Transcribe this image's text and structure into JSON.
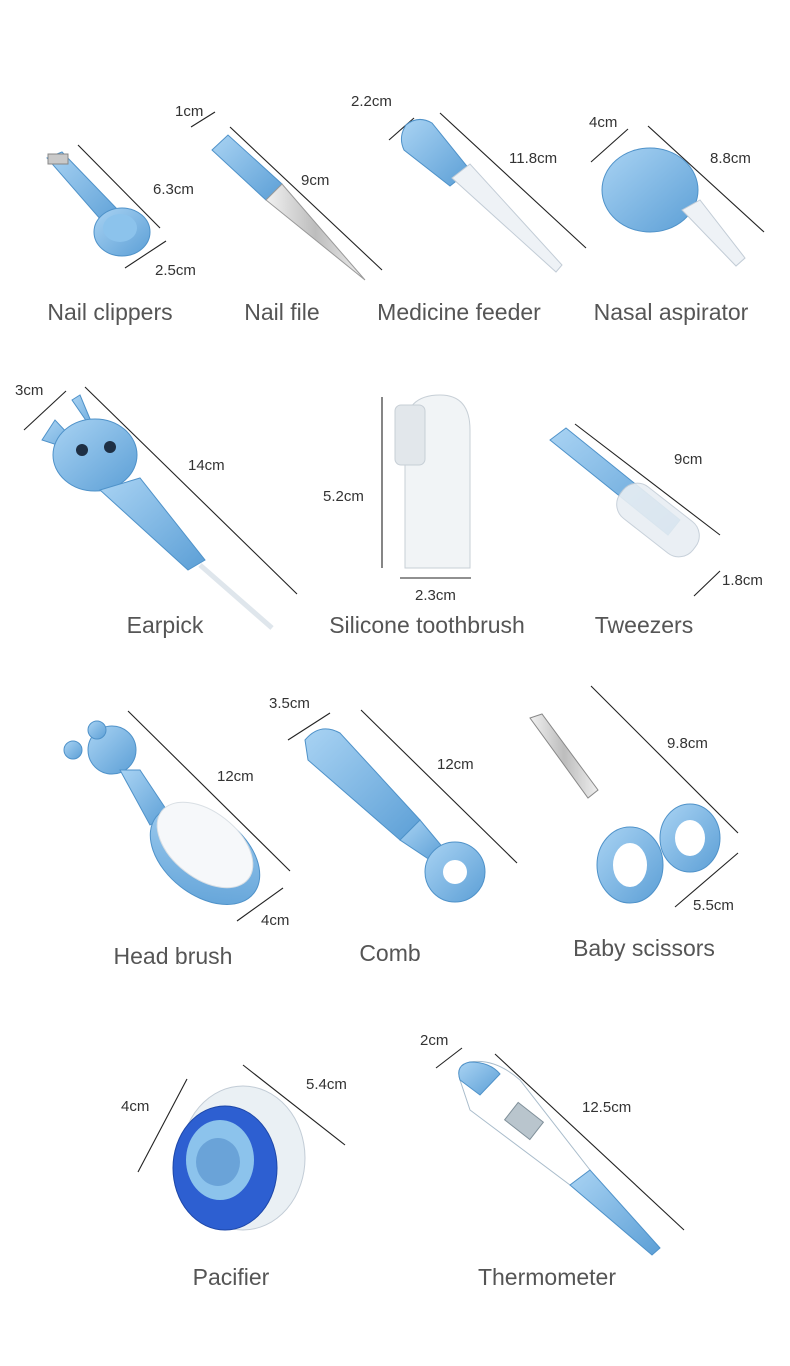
{
  "colors": {
    "accent": "#7fb9e6",
    "accent_dark": "#4f92c9",
    "line": "#222222",
    "label": "#555555"
  },
  "items": [
    {
      "name": "Nail clippers",
      "dims": [
        "6.3cm",
        "2.5cm"
      ],
      "icon": "nail-clippers-icon"
    },
    {
      "name": "Nail file",
      "dims": [
        "1cm",
        "9cm"
      ],
      "icon": "nail-file-icon"
    },
    {
      "name": "Medicine feeder",
      "dims": [
        "2.2cm",
        "11.8cm"
      ],
      "icon": "medicine-dropper-icon"
    },
    {
      "name": "Nasal aspirator",
      "dims": [
        "4cm",
        "8.8cm"
      ],
      "icon": "nasal-aspirator-icon"
    },
    {
      "name": "Earpick",
      "dims": [
        "3cm",
        "14cm"
      ],
      "icon": "earpick-icon"
    },
    {
      "name": "Silicone toothbrush",
      "dims": [
        "5.2cm",
        "2.3cm"
      ],
      "icon": "finger-toothbrush-icon"
    },
    {
      "name": "Tweezers",
      "dims": [
        "9cm",
        "1.8cm"
      ],
      "icon": "tweezers-icon"
    },
    {
      "name": "Head brush",
      "dims": [
        "12cm",
        "4cm"
      ],
      "icon": "head-brush-icon"
    },
    {
      "name": "Comb",
      "dims": [
        "3.5cm",
        "12cm"
      ],
      "icon": "comb-icon"
    },
    {
      "name": "Baby scissors",
      "dims": [
        "9.8cm",
        "5.5cm"
      ],
      "icon": "baby-scissors-icon"
    },
    {
      "name": "Pacifier",
      "dims": [
        "4cm",
        "5.4cm"
      ],
      "icon": "pacifier-icon"
    },
    {
      "name": "Thermometer",
      "dims": [
        "2cm",
        "12.5cm"
      ],
      "icon": "thermometer-icon"
    }
  ]
}
